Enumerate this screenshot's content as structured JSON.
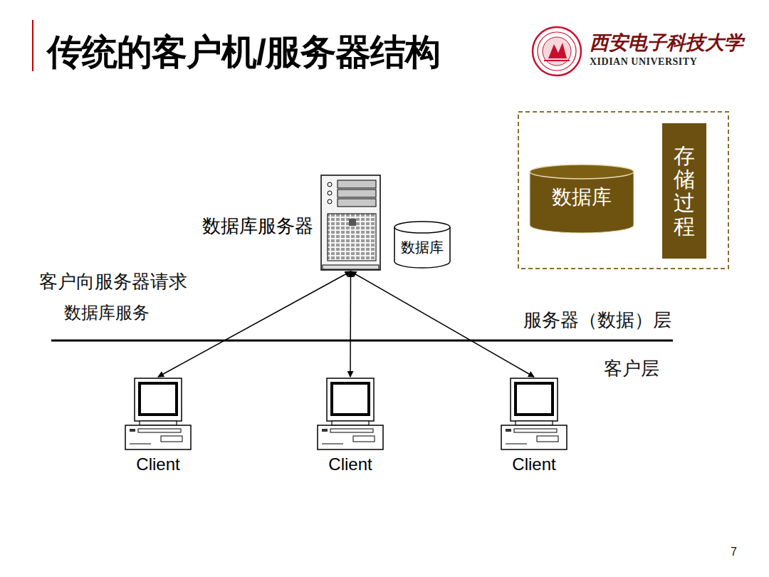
{
  "diagram": {
    "title": "传统的客户机/服务器结构",
    "nodes": [
      {
        "text": []
      },
      {
        "text": [
          "数据库"
        ],
        "in": 0
      },
      {
        "text": [
          "存储过程"
        ],
        "in": 0
      },
      {
        "text": [
          "数据库服务器"
        ]
      },
      {
        "text": [
          "数据库"
        ]
      },
      {
        "text": [
          "Client"
        ]
      },
      {
        "text": [
          "Client"
        ]
      },
      {
        "text": [
          "Client"
        ]
      }
    ],
    "edges": [
      {
        "from": 3,
        "to": 5,
        "arrow": "both"
      },
      {
        "from": 3,
        "to": 6,
        "arrow": "both"
      },
      {
        "from": 3,
        "to": 7,
        "arrow": "both"
      }
    ],
    "labels": [
      "客户向服务器请求",
      "数据库服务",
      "服务器（数据）层",
      "客户层",
      "西安电子科技大学",
      "XIDIAN UNIVERSITY",
      "7"
    ]
  }
}
